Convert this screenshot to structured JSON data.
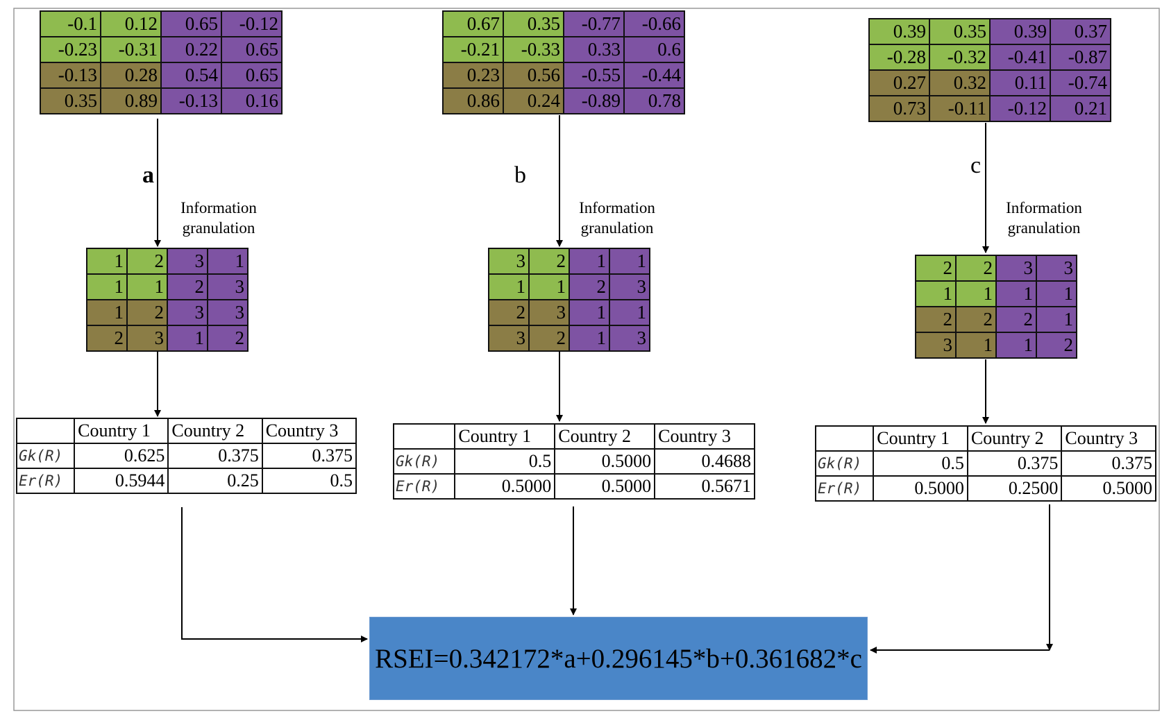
{
  "panels": [
    {
      "letter": "a",
      "gran_label_1": "Information",
      "gran_label_2": "granulation",
      "raw": [
        [
          "-0.1",
          "0.12",
          "0.65",
          "-0.12"
        ],
        [
          "-0.23",
          "-0.31",
          "0.22",
          "0.65"
        ],
        [
          "-0.13",
          "0.28",
          "0.54",
          "0.65"
        ],
        [
          "0.35",
          "0.89",
          "-0.13",
          "0.16"
        ]
      ],
      "gran": [
        [
          "1",
          "2",
          "3",
          "1"
        ],
        [
          "1",
          "1",
          "2",
          "3"
        ],
        [
          "1",
          "2",
          "3",
          "3"
        ],
        [
          "2",
          "3",
          "1",
          "2"
        ]
      ],
      "table": {
        "headers": [
          "Country 1",
          "Country 2",
          "Country 3"
        ],
        "rows": [
          {
            "label": "Gk(R)",
            "values": [
              "0.625",
              "0.375",
              "0.375"
            ]
          },
          {
            "label": "Er(R)",
            "values": [
              "0.5944",
              "0.25",
              "0.5"
            ]
          }
        ]
      }
    },
    {
      "letter": "b",
      "gran_label_1": "Information",
      "gran_label_2": "granulation",
      "raw": [
        [
          "0.67",
          "0.35",
          "-0.77",
          "-0.66"
        ],
        [
          "-0.21",
          "-0.33",
          "0.33",
          "0.6"
        ],
        [
          "0.23",
          "0.56",
          "-0.55",
          "-0.44"
        ],
        [
          "0.86",
          "0.24",
          "-0.89",
          "0.78"
        ]
      ],
      "gran": [
        [
          "3",
          "2",
          "1",
          "1"
        ],
        [
          "1",
          "1",
          "2",
          "3"
        ],
        [
          "2",
          "3",
          "1",
          "1"
        ],
        [
          "3",
          "2",
          "1",
          "3"
        ]
      ],
      "table": {
        "headers": [
          "Country 1",
          "Country 2",
          "Country 3"
        ],
        "rows": [
          {
            "label": "Gk(R)",
            "values": [
              "0.5",
              "0.5000",
              "0.4688"
            ]
          },
          {
            "label": "Er(R)",
            "values": [
              "0.5000",
              "0.5000",
              "0.5671"
            ]
          }
        ]
      }
    },
    {
      "letter": "c",
      "gran_label_1": "Information",
      "gran_label_2": "granulation",
      "raw": [
        [
          "0.39",
          "0.35",
          "0.39",
          "0.37"
        ],
        [
          "-0.28",
          "-0.32",
          "-0.41",
          "-0.87"
        ],
        [
          "0.27",
          "0.32",
          "0.11",
          "-0.74"
        ],
        [
          "0.73",
          "-0.11",
          "-0.12",
          "0.21"
        ]
      ],
      "gran": [
        [
          "2",
          "2",
          "3",
          "3"
        ],
        [
          "1",
          "1",
          "1",
          "1"
        ],
        [
          "2",
          "2",
          "2",
          "1"
        ],
        [
          "3",
          "1",
          "1",
          "2"
        ]
      ],
      "table": {
        "headers": [
          "Country 1",
          "Country 2",
          "Country 3"
        ],
        "rows": [
          {
            "label": "Gk(R)",
            "values": [
              "0.5",
              "0.375",
              "0.375"
            ]
          },
          {
            "label": "Er(R)",
            "values": [
              "0.5000",
              "0.2500",
              "0.5000"
            ]
          }
        ]
      }
    }
  ],
  "formula": "RSEI=0.342172*a+0.296145*b+0.361682*c",
  "colors": {
    "green": "#8fbb4f",
    "olive": "#8b7d46",
    "purple": "#7e53a3",
    "formula_box": "#4a86c8"
  }
}
